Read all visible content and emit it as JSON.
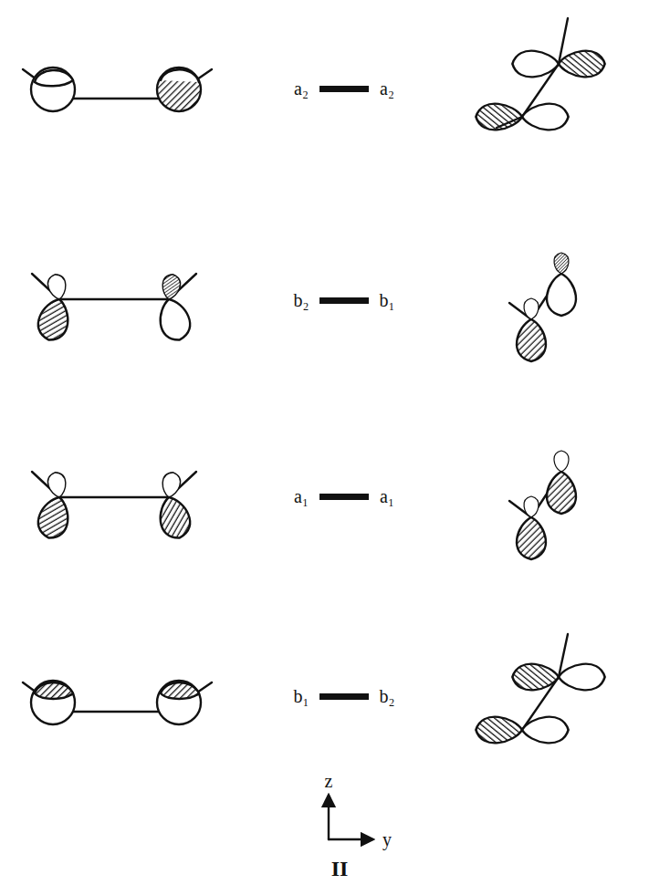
{
  "diagram": {
    "labels": [
      "a₂",
      "a₂",
      "b₂",
      "b₁",
      "a₁",
      "a₁",
      "b₁",
      "b₂",
      "z",
      "y",
      "II"
    ]
  }
}
